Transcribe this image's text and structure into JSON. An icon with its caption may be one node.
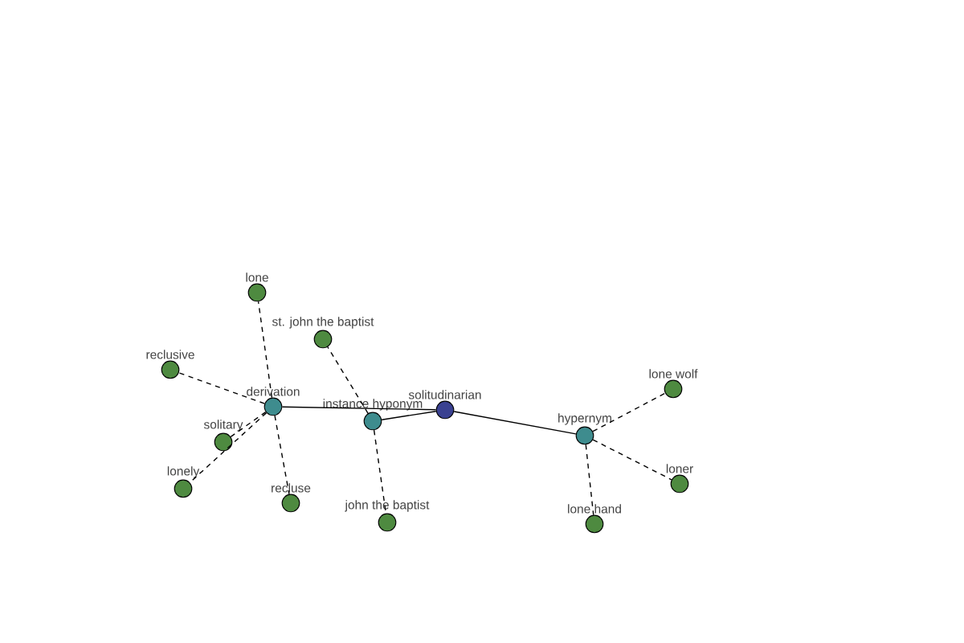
{
  "diagram": {
    "nodes": [
      {
        "text": [
          "solitudinarian"
        ]
      },
      {
        "text": [
          "derivation"
        ]
      },
      {
        "text": [
          "instance hyponym"
        ]
      },
      {
        "text": [
          "hypernym"
        ]
      },
      {
        "text": [
          "lone"
        ]
      },
      {
        "text": [
          "st. john the baptist"
        ]
      },
      {
        "text": [
          "reclusive"
        ]
      },
      {
        "text": [
          "solitary"
        ]
      },
      {
        "text": [
          "lonely"
        ]
      },
      {
        "text": [
          "recluse"
        ]
      },
      {
        "text": [
          "john the baptist"
        ]
      },
      {
        "text": [
          "lone wolf"
        ]
      },
      {
        "text": [
          "loner"
        ]
      },
      {
        "text": [
          "lone hand"
        ]
      }
    ],
    "edges": [
      {
        "from": 0,
        "to": 1,
        "arrow": "none"
      },
      {
        "from": 0,
        "to": 2,
        "arrow": "none"
      },
      {
        "from": 0,
        "to": 3,
        "arrow": "none"
      },
      {
        "from": 1,
        "to": 4,
        "arrow": "none",
        "style": "dashed"
      },
      {
        "from": 1,
        "to": 6,
        "arrow": "none",
        "style": "dashed"
      },
      {
        "from": 1,
        "to": 7,
        "arrow": "none",
        "style": "dashed"
      },
      {
        "from": 1,
        "to": 8,
        "arrow": "none",
        "style": "dashed"
      },
      {
        "from": 1,
        "to": 9,
        "arrow": "none",
        "style": "dashed"
      },
      {
        "from": 2,
        "to": 5,
        "arrow": "none",
        "style": "dashed"
      },
      {
        "from": 2,
        "to": 10,
        "arrow": "none",
        "style": "dashed"
      },
      {
        "from": 3,
        "to": 11,
        "arrow": "none",
        "style": "dashed"
      },
      {
        "from": 3,
        "to": 12,
        "arrow": "none",
        "style": "dashed"
      },
      {
        "from": 3,
        "to": 13,
        "arrow": "none",
        "style": "dashed"
      }
    ]
  }
}
